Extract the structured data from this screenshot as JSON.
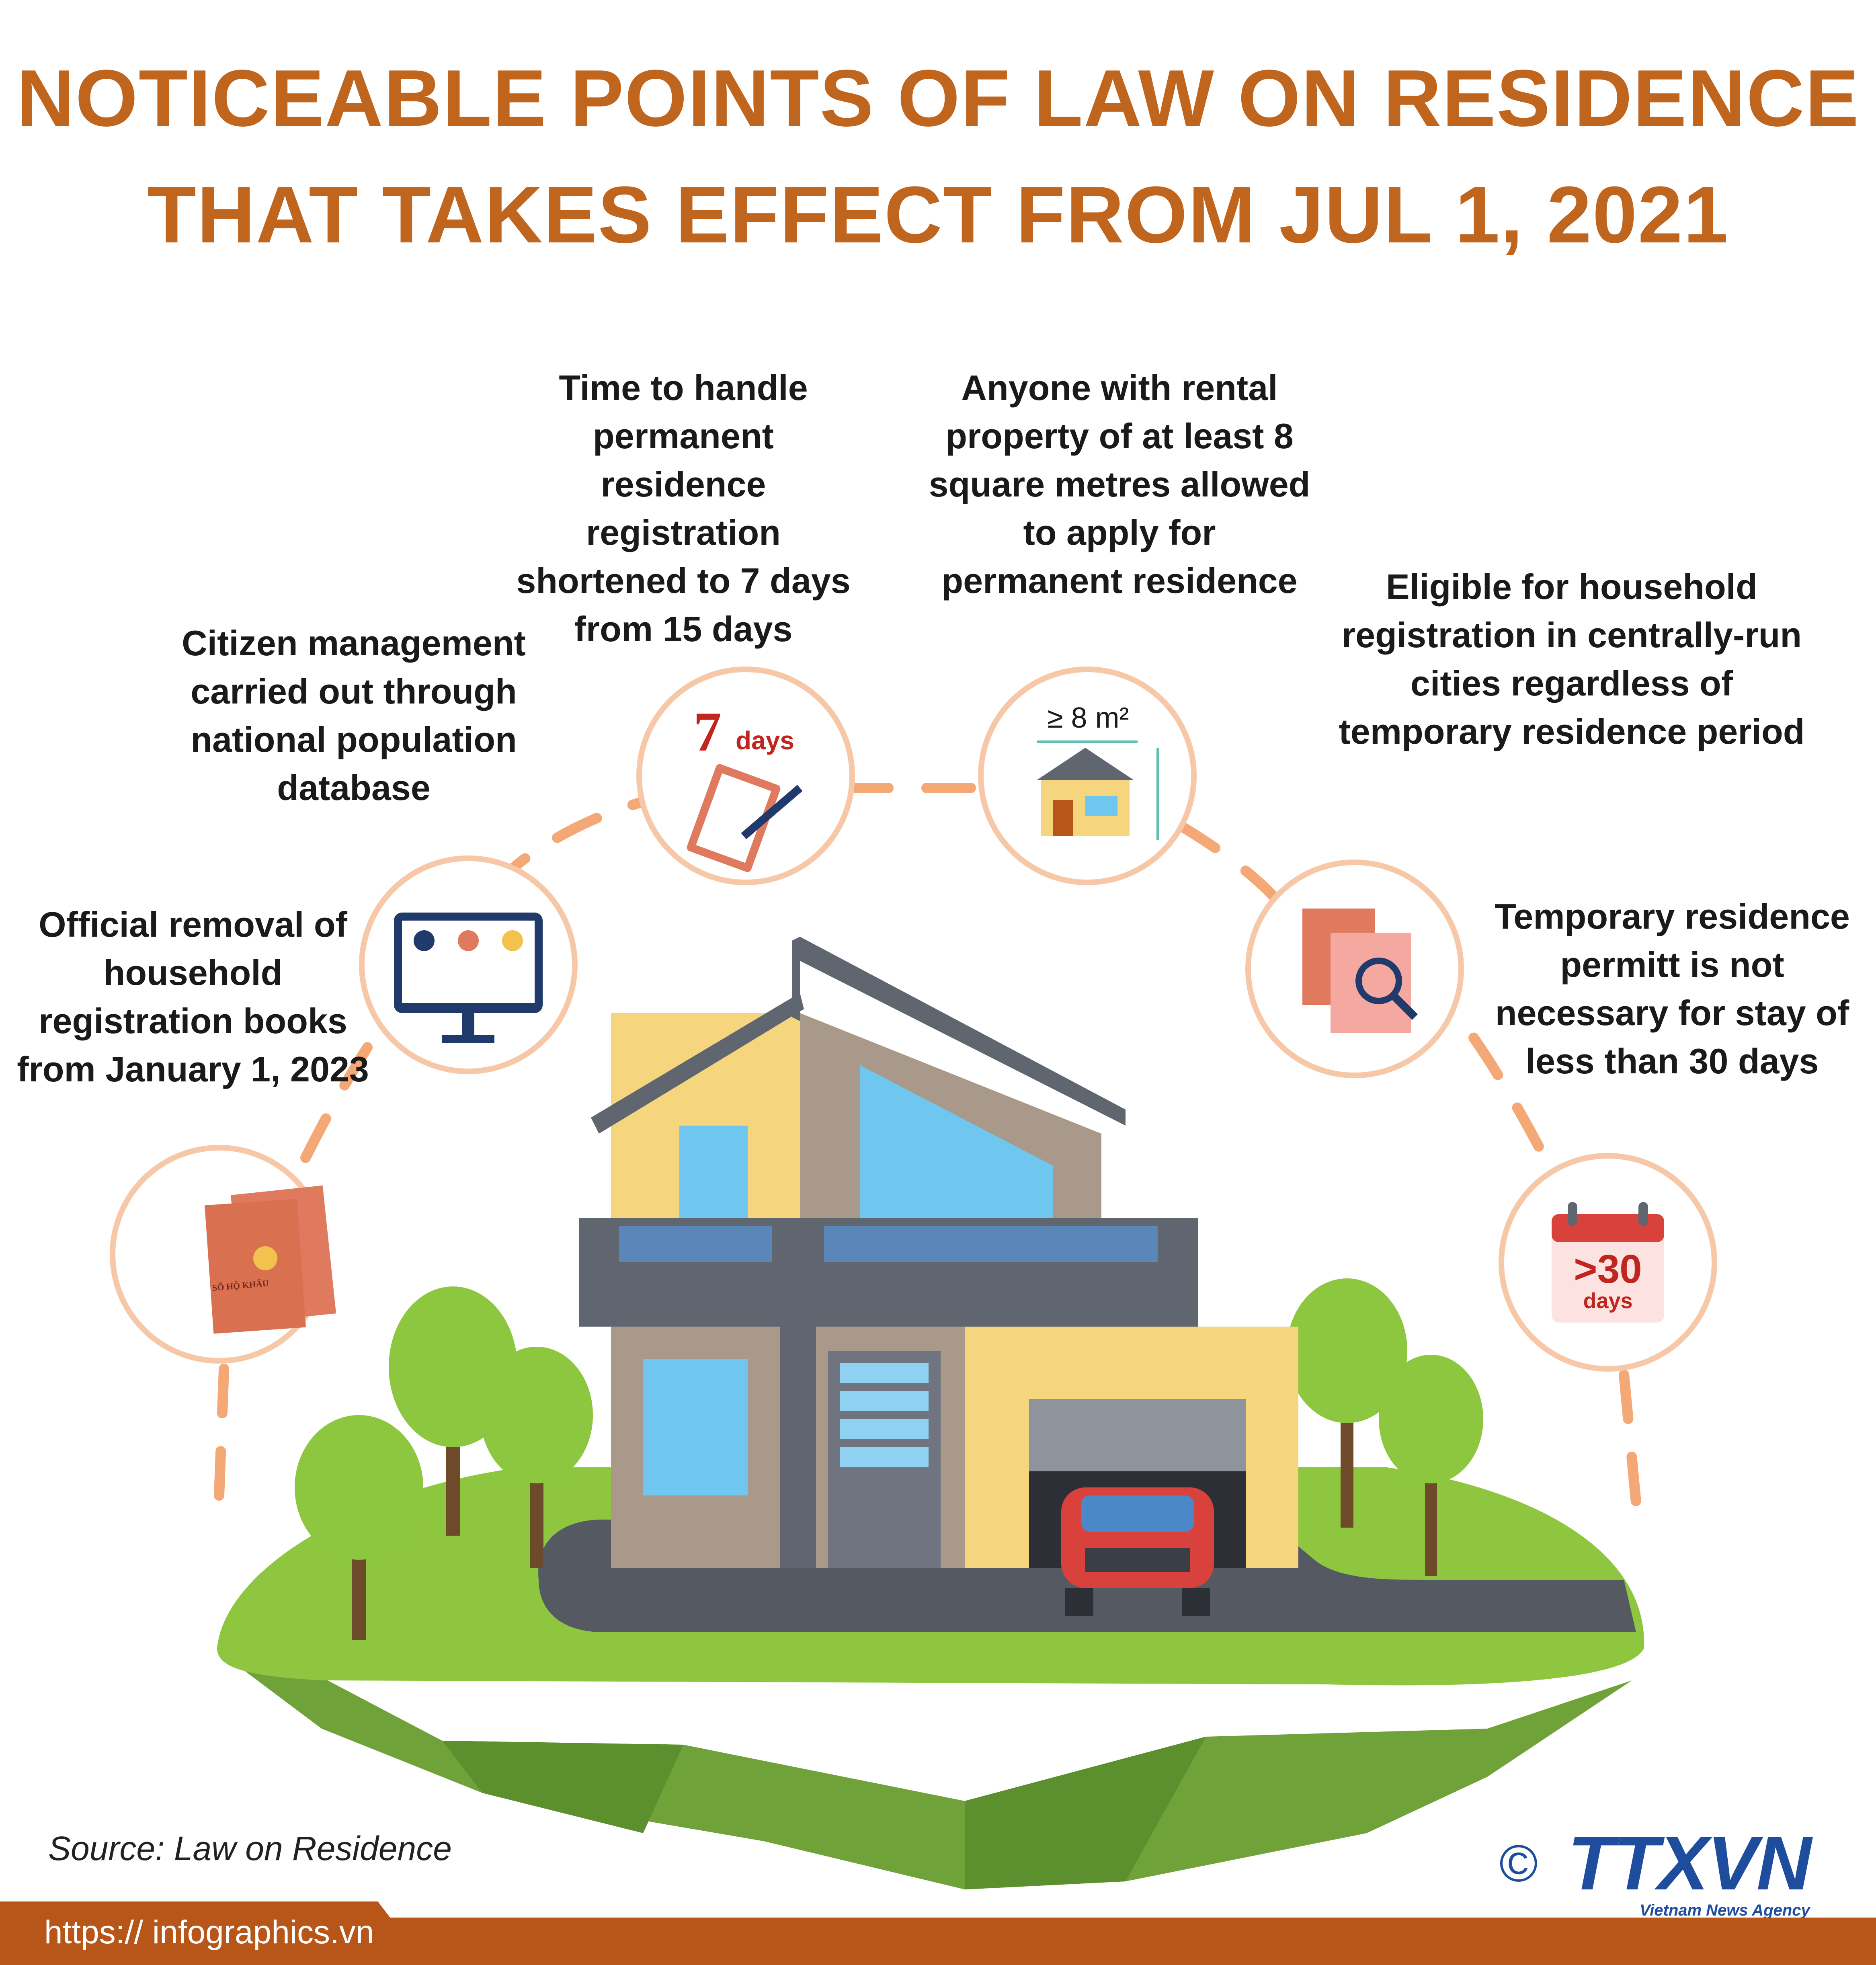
{
  "title": {
    "line1": "NOTICEABLE POINTS OF LAW ON RESIDENCE",
    "line2": "THAT TAKES EFFECT FROM JUL 1, 2021"
  },
  "points": {
    "books": "Official removal of household registration books from January 1, 2023",
    "database": "Citizen management carried out through national population database",
    "days7": "Time to handle permanent residence registration shortened to 7 days from 15 days",
    "area": "Anyone with rental property of at least 8 square metres allowed to apply for permanent residence",
    "cities": "Eligible for household registration in centrally-run cities regardless of temporary residence period",
    "permit": "Temporary residence permitt is not necessary for stay of less than 30 days"
  },
  "icons": {
    "book_label": "SỔ HỘ KHẨU",
    "days_number": "7",
    "days_unit": "days",
    "area_label": "≥ 8 m²",
    "calendar_number": ">30",
    "calendar_unit": "days"
  },
  "footer": {
    "source": "Source: Law on Residence",
    "url": "https:// infographics.vn",
    "copyright": "©",
    "logo_text": "TTXVN",
    "logo_subtitle": "Vietnam News Agency"
  },
  "colors": {
    "title": "#c0651e",
    "accent_dash": "#f4a875",
    "footer": "#b8561a",
    "logo": "#1f4d9e"
  }
}
